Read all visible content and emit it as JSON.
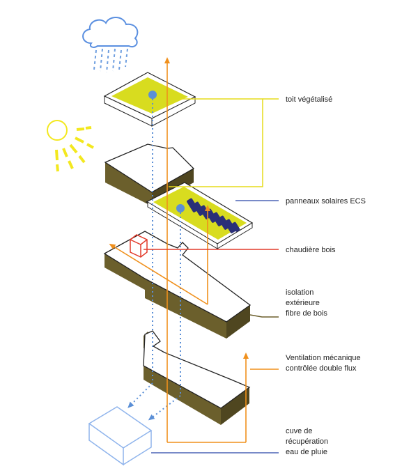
{
  "labels": {
    "roof": [
      "toit végétalisé"
    ],
    "solar": [
      "panneaux solaires ECS"
    ],
    "boiler": [
      "chaudière bois"
    ],
    "insulation": [
      "isolation",
      "extérieure",
      "fibre de bois"
    ],
    "ventilation": [
      "Ventilation mécanique",
      "contrôlée double flux"
    ],
    "tank": [
      "cuve de",
      "récupération",
      "eau de pluie"
    ]
  },
  "icons": [
    "rain-cloud-icon",
    "sun-icon"
  ],
  "colors": {
    "green_roof": "#d8dc1f",
    "wall": "#6b5f2c",
    "wall_dark": "#4f4620",
    "leader_yellow": "#e6dc1a",
    "leader_blue": "#4c63b6",
    "leader_red": "#e23a2a",
    "leader_orange": "#f0901c",
    "airflow_orange": "#f0901c",
    "rain_blue": "#6f9fe0",
    "water_dots": "#5b8fd6",
    "sun_yellow": "#f3e81f",
    "panel_navy": "#2a2f78",
    "tank_outline": "#8fb4ec"
  }
}
